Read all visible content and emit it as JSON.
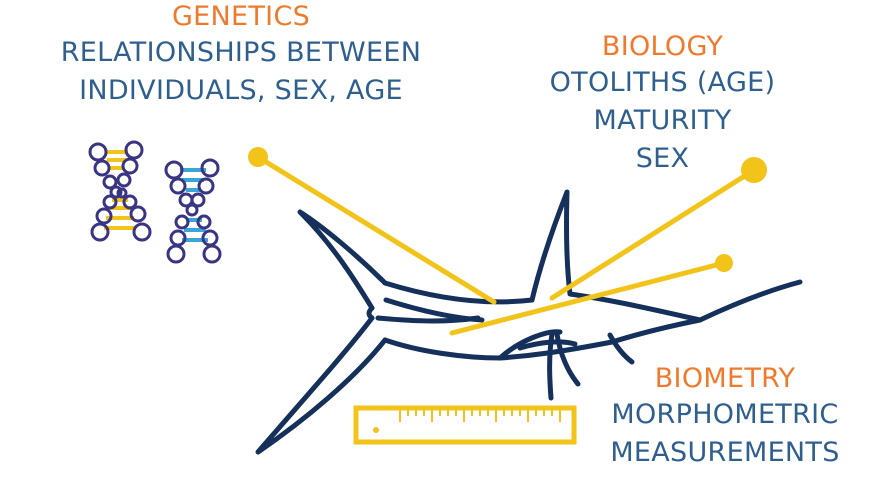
{
  "colors": {
    "heading": "#ef7a2c",
    "body": "#2f5f8f",
    "outline": "#15305a",
    "pointer": "#f2c319",
    "dna_dark": "#3a3583",
    "dna_yellow": "#f2c319",
    "dna_cyan": "#3aa6d8"
  },
  "genetics": {
    "heading": "GENETICS",
    "lines": [
      "RELATIONSHIPS BETWEEN",
      "INDIVIDUALS, SEX, AGE"
    ]
  },
  "biology": {
    "heading": "BIOLOGY",
    "lines": [
      "OTOLITHS (AGE)",
      "MATURITY",
      "SEX"
    ]
  },
  "biometry": {
    "heading": "BIOMETRY",
    "lines": [
      "MORPHOMETRIC",
      "MEASUREMENTS"
    ]
  },
  "icons": {
    "dna": "dna-helix-icon",
    "ruler": "ruler-icon",
    "fish": "swordfish-outline"
  }
}
